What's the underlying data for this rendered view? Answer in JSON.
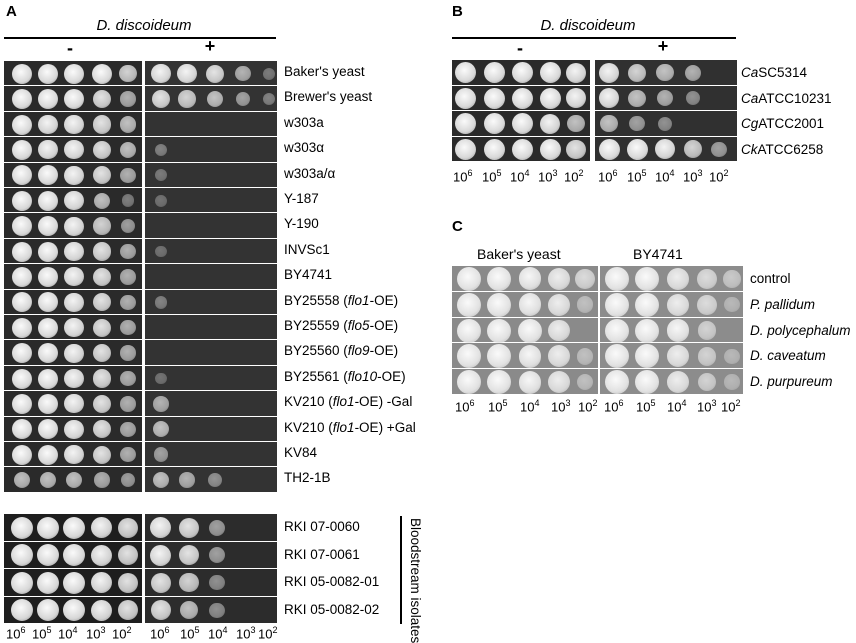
{
  "panel_a": {
    "letter": "A",
    "species": "D. discoideum",
    "minus": "-",
    "plus": "+",
    "rows": [
      {
        "name": "Baker's yeast",
        "italic": "",
        "suffix": "",
        "minus_growth": [
          1,
          1,
          1,
          1,
          0.7
        ],
        "plus_growth": [
          0.9,
          0.9,
          0.8,
          0.5,
          0.15
        ]
      },
      {
        "name": "Brewer's yeast",
        "italic": "",
        "suffix": "",
        "minus_growth": [
          1,
          1,
          1,
          0.8,
          0.5
        ],
        "plus_growth": [
          0.8,
          0.7,
          0.6,
          0.4,
          0.2
        ]
      },
      {
        "name": "w303a",
        "italic": "",
        "suffix": "",
        "minus_growth": [
          1,
          0.9,
          0.9,
          0.8,
          0.6
        ],
        "plus_growth": [
          0,
          0,
          0,
          0,
          0
        ]
      },
      {
        "name": "w303α",
        "italic": "",
        "suffix": "",
        "minus_growth": [
          1,
          0.9,
          0.9,
          0.8,
          0.6
        ],
        "plus_growth": [
          0.2,
          0,
          0,
          0,
          0
        ]
      },
      {
        "name": "w303a/α",
        "italic": "",
        "suffix": "",
        "minus_growth": [
          1,
          1,
          0.9,
          0.8,
          0.5
        ],
        "plus_growth": [
          0.15,
          0,
          0,
          0,
          0
        ]
      },
      {
        "name": "Y-187",
        "italic": "",
        "suffix": "",
        "minus_growth": [
          1,
          1,
          0.9,
          0.6,
          0.2
        ],
        "plus_growth": [
          0.1,
          0,
          0,
          0,
          0
        ]
      },
      {
        "name": "Y-190",
        "italic": "",
        "suffix": "",
        "minus_growth": [
          1,
          1,
          0.9,
          0.7,
          0.4
        ],
        "plus_growth": [
          0,
          0,
          0,
          0,
          0
        ]
      },
      {
        "name": "INVSc1",
        "italic": "",
        "suffix": "",
        "minus_growth": [
          1,
          1,
          0.9,
          0.8,
          0.5
        ],
        "plus_growth": [
          0.1,
          0,
          0,
          0,
          0
        ]
      },
      {
        "name": "BY4741",
        "italic": "",
        "suffix": "",
        "minus_growth": [
          1,
          1,
          0.9,
          0.8,
          0.5
        ],
        "plus_growth": [
          0,
          0,
          0,
          0,
          0
        ]
      },
      {
        "name": "BY25558 (",
        "italic": "flo1",
        "suffix": "-OE)",
        "minus_growth": [
          1,
          1,
          0.9,
          0.8,
          0.5
        ],
        "plus_growth": [
          0.2,
          0,
          0,
          0,
          0
        ]
      },
      {
        "name": "BY25559 (",
        "italic": "flo5",
        "suffix": "-OE)",
        "minus_growth": [
          1,
          1,
          0.9,
          0.8,
          0.5
        ],
        "plus_growth": [
          0,
          0,
          0,
          0,
          0
        ]
      },
      {
        "name": "BY25560 (",
        "italic": "flo9",
        "suffix": "-OE)",
        "minus_growth": [
          1,
          1,
          0.9,
          0.8,
          0.5
        ],
        "plus_growth": [
          0,
          0,
          0,
          0,
          0
        ]
      },
      {
        "name": "BY25561 (",
        "italic": "flo10",
        "suffix": "-OE)",
        "minus_growth": [
          1,
          1,
          0.9,
          0.8,
          0.5
        ],
        "plus_growth": [
          0.1,
          0,
          0,
          0,
          0
        ]
      },
      {
        "name": "KV210 (",
        "italic": "flo1",
        "suffix": "-OE) -Gal",
        "minus_growth": [
          1,
          1,
          0.9,
          0.8,
          0.5
        ],
        "plus_growth": [
          0.5,
          0,
          0,
          0,
          0
        ]
      },
      {
        "name": "KV210 (",
        "italic": "flo1",
        "suffix": "-OE) +Gal",
        "minus_growth": [
          1,
          1,
          0.9,
          0.8,
          0.5
        ],
        "plus_growth": [
          0.6,
          0,
          0,
          0,
          0
        ]
      },
      {
        "name": "KV84",
        "italic": "",
        "suffix": "",
        "minus_growth": [
          1,
          1,
          0.9,
          0.8,
          0.5
        ],
        "plus_growth": [
          0.4,
          0,
          0,
          0,
          0
        ]
      },
      {
        "name": "TH2-1B",
        "italic": "",
        "suffix": "",
        "minus_growth": [
          0.6,
          0.6,
          0.6,
          0.5,
          0.4
        ],
        "plus_growth": [
          0.6,
          0.5,
          0.3,
          0,
          0
        ]
      }
    ],
    "bloodstream_rows": [
      {
        "name": "RKI 07-0060",
        "minus_growth": [
          1,
          1,
          1,
          0.9,
          0.8
        ],
        "plus_growth": [
          0.9,
          0.8,
          0.4,
          0,
          0
        ]
      },
      {
        "name": "RKI 07-0061",
        "minus_growth": [
          1,
          1,
          1,
          0.9,
          0.8
        ],
        "plus_growth": [
          0.9,
          0.8,
          0.4,
          0,
          0
        ]
      },
      {
        "name": "RKI 05-0082-01",
        "minus_growth": [
          1,
          1,
          1,
          0.9,
          0.8
        ],
        "plus_growth": [
          0.8,
          0.7,
          0.3,
          0,
          0
        ]
      },
      {
        "name": "RKI 05-0082-02",
        "minus_growth": [
          1,
          1,
          1,
          0.9,
          0.8
        ],
        "plus_growth": [
          0.8,
          0.6,
          0.3,
          0,
          0
        ]
      }
    ],
    "bloodstream_label": "Bloodstream isolates",
    "dilutions_minus": [
      "6",
      "5",
      "4",
      "3",
      "2"
    ],
    "dilutions_plus": [
      "6",
      "5",
      "4",
      "3",
      "2"
    ]
  },
  "panel_b": {
    "letter": "B",
    "species": "D. discoideum",
    "minus": "-",
    "plus": "+",
    "rows": [
      {
        "prefix": "Ca",
        "rest": "SC5314",
        "minus_growth": [
          1,
          1,
          1,
          1,
          0.9
        ],
        "plus_growth": [
          0.9,
          0.7,
          0.6,
          0.5,
          0
        ]
      },
      {
        "prefix": "Ca",
        "rest": "ATCC10231",
        "minus_growth": [
          1,
          1,
          1,
          1,
          0.9
        ],
        "plus_growth": [
          0.9,
          0.6,
          0.5,
          0.3,
          0
        ]
      },
      {
        "prefix": "Cg",
        "rest": "ATCC2001",
        "minus_growth": [
          1,
          1,
          1,
          0.9,
          0.6
        ],
        "plus_growth": [
          0.6,
          0.4,
          0.3,
          0,
          0
        ]
      },
      {
        "prefix": "Ck",
        "rest": "ATCC6258",
        "minus_growth": [
          1,
          1,
          1,
          1,
          0.8
        ],
        "plus_growth": [
          1,
          1,
          0.9,
          0.7,
          0.4
        ]
      }
    ],
    "dilutions": [
      "6",
      "5",
      "4",
      "3",
      "2",
      "6",
      "5",
      "4",
      "3",
      "2"
    ]
  },
  "panel_c": {
    "letter": "C",
    "header_left": "Baker's yeast",
    "header_right": "BY4741",
    "rows": [
      {
        "label": "control",
        "italic": false,
        "left_growth": [
          1,
          1,
          0.9,
          0.8,
          0.6
        ],
        "right_growth": [
          1,
          1,
          0.8,
          0.6,
          0.4
        ]
      },
      {
        "label": "P. pallidum",
        "italic": true,
        "left_growth": [
          1,
          1,
          0.9,
          0.8,
          0.3
        ],
        "right_growth": [
          1,
          1,
          0.8,
          0.6,
          0.2
        ]
      },
      {
        "label": "D. polycephalum",
        "italic": true,
        "left_growth": [
          1,
          1,
          1,
          0.8,
          0
        ],
        "right_growth": [
          1,
          1,
          0.9,
          0.5,
          0
        ]
      },
      {
        "label": "D. caveatum",
        "italic": true,
        "left_growth": [
          1,
          1,
          0.9,
          0.8,
          0.3
        ],
        "right_growth": [
          1,
          1,
          0.8,
          0.5,
          0.2
        ]
      },
      {
        "label": "D. purpureum",
        "italic": true,
        "left_growth": [
          1,
          1,
          0.9,
          0.8,
          0.3
        ],
        "right_growth": [
          1,
          1,
          0.8,
          0.5,
          0.2
        ]
      }
    ],
    "dilutions": [
      "6",
      "5",
      "4",
      "3",
      "2",
      "6",
      "5",
      "4",
      "3",
      "2"
    ]
  },
  "dilution_base": "10"
}
